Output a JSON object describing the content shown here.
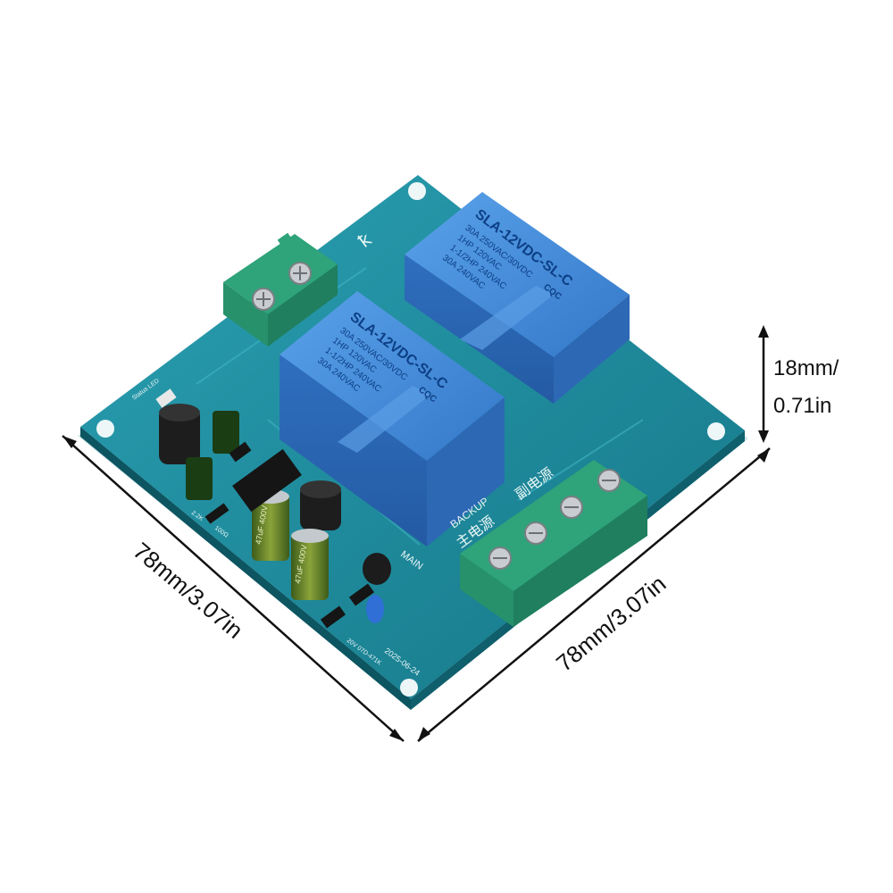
{
  "dimensions": {
    "left_edge": "78mm/3.07in",
    "right_edge": "78mm/3.07in",
    "height_line1": "18mm/",
    "height_line2": "0.71in"
  },
  "relays": [
    {
      "model": "SLA-12VDC-SL-C",
      "cert": "CQC",
      "rating1": "30A 250VAC/30VDC",
      "rating2": "1HP 120VAC",
      "rating3": "1-1/2HP 240VAC",
      "rating4": "30A 240VAC"
    },
    {
      "model": "SLA-12VDC-SL-C",
      "cert": "CQC",
      "rating1": "30A 250VAC/30VDC",
      "rating2": "1HP 120VAC",
      "rating3": "1-1/2HP 240VAC",
      "rating4": "30A 240VAC"
    }
  ],
  "board_labels": {
    "backup": "BACKUP",
    "sub_power": "副电源",
    "main_power": "主电源",
    "main": "MAIN",
    "date": "2025-06-24",
    "status_led": "Status LED",
    "varistor": "20V 07D-471K",
    "capacitor1": "47uF 400V",
    "capacitor2": "47uF 400V",
    "resistor1": "2.2K",
    "resistor2": "100Ω"
  },
  "colors": {
    "pcb": "#1f8a9c",
    "relay": "#3f86d6",
    "terminal": "#2fa37a",
    "dimension_line": "#111111"
  }
}
